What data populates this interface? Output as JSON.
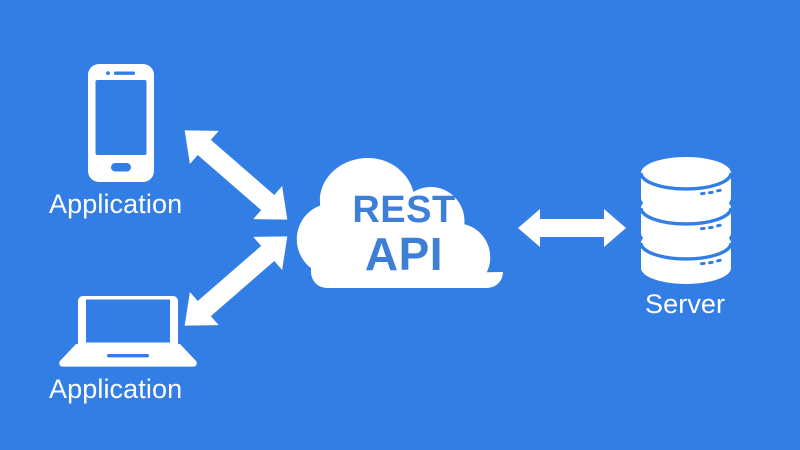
{
  "diagram": {
    "title": "REST API architecture diagram",
    "background_color": "#337ee4",
    "shape_color": "#ffffff",
    "accent_text_color": "#3d7fd6",
    "label_color": "#ffffff"
  },
  "nodes": {
    "mobile_app": {
      "label": "Application",
      "icon": "smartphone-icon"
    },
    "desktop_app": {
      "label": "Application",
      "icon": "laptop-icon"
    },
    "api": {
      "line1": "REST",
      "line2": "API",
      "icon": "cloud-icon"
    },
    "server": {
      "label": "Server",
      "icon": "database-icon"
    }
  },
  "connections": [
    {
      "name": "mobile-to-api",
      "from": "mobile_app",
      "to": "api",
      "style": "double-headed-arrow",
      "direction": "bidirectional"
    },
    {
      "name": "desktop-to-api",
      "from": "desktop_app",
      "to": "api",
      "style": "double-headed-arrow",
      "direction": "bidirectional"
    },
    {
      "name": "api-to-server",
      "from": "api",
      "to": "server",
      "style": "double-headed-arrow",
      "direction": "bidirectional"
    }
  ]
}
